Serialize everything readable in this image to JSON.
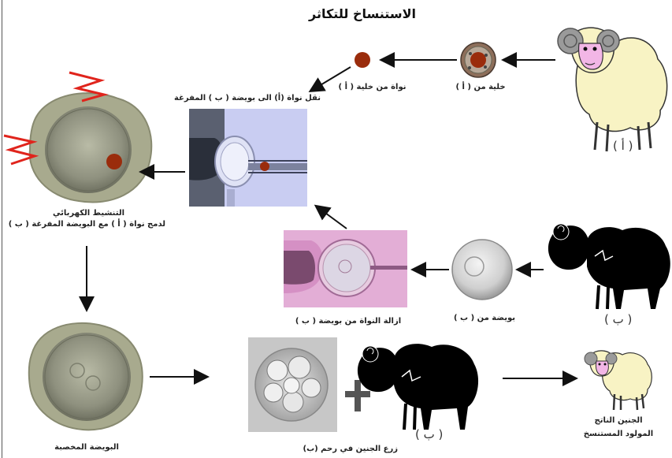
{
  "title": "الاستنساخ للتكاثر",
  "labels": {
    "cell_from_a": "خلية من ( أ )",
    "nucleus_from_cell": "نواة من خلية ( أ )",
    "transfer_nucleus": "نقل نواة (أ) الى بويضة ( ب ) المفرغة",
    "activation_line1": "التنشيط الكهربائي",
    "activation_line2": "لدمج نواة ( أ ) مع البويضة المفرغة ( ب )",
    "egg_from_b": "بويضة من ( ب )",
    "remove_nucleus": "ازالة النواة من بويضة ( ب )",
    "fertilized_egg": "البويضة المخصبة",
    "implant": "زرع الجنين في رحم (ب)",
    "result_line1": "الجنين الناتج",
    "result_line2": "المولود المستنسخ"
  },
  "sheep_marks": {
    "a": "( أ )",
    "b": "( ب )",
    "b2": "( ب )"
  },
  "colors": {
    "wool": "#f8f3c4",
    "face": "#f2b6e6",
    "horn": "#9a9a9a",
    "black_sheep": "#000000",
    "nucleus": "#9a2c0c",
    "zap": "#e0241c",
    "micro_bg_blue": "#c9cdf2",
    "micro_bg_pink": "#e3aed6"
  }
}
